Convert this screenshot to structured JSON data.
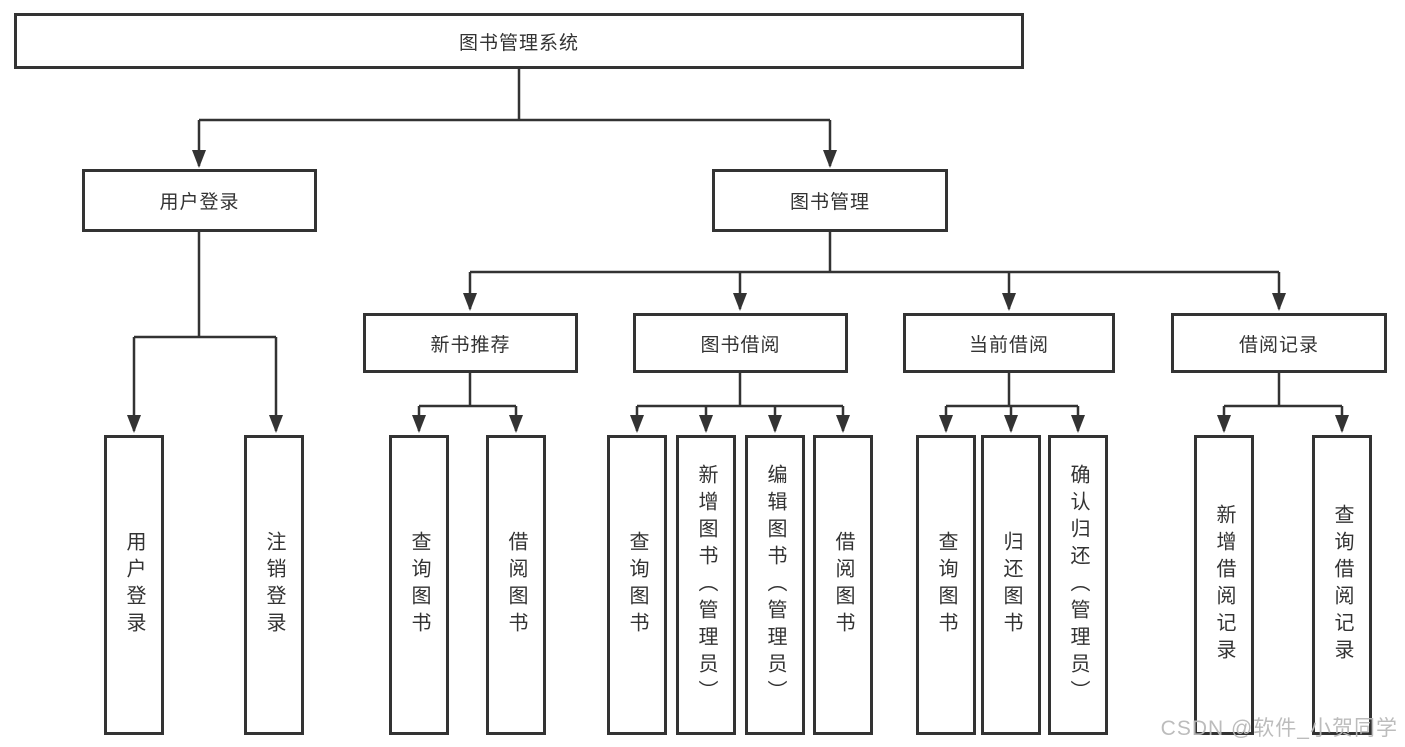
{
  "title": "图书管理系统",
  "level2": {
    "left": "用户登录",
    "right": "图书管理"
  },
  "level3": [
    "新书推荐",
    "图书借阅",
    "当前借阅",
    "借阅记录"
  ],
  "leaves": {
    "user_login": [
      "用户登录",
      "注销登录"
    ],
    "new_book": [
      "查询图书",
      "借阅图书"
    ],
    "book_borrow": [
      "查询图书",
      "新增图书（管理员）",
      "编辑图书（管理员）",
      "借阅图书"
    ],
    "current_borrow": [
      "查询图书",
      "归还图书",
      "确认归还（管理员）"
    ],
    "borrow_records": [
      "新增借阅记录",
      "查询借阅记录"
    ]
  },
  "watermark": "CSDN @软件_小贺同学",
  "colors": {
    "line": "#333333",
    "text": "#333333",
    "watermark": "#b9b9b9",
    "background": "#ffffff"
  }
}
